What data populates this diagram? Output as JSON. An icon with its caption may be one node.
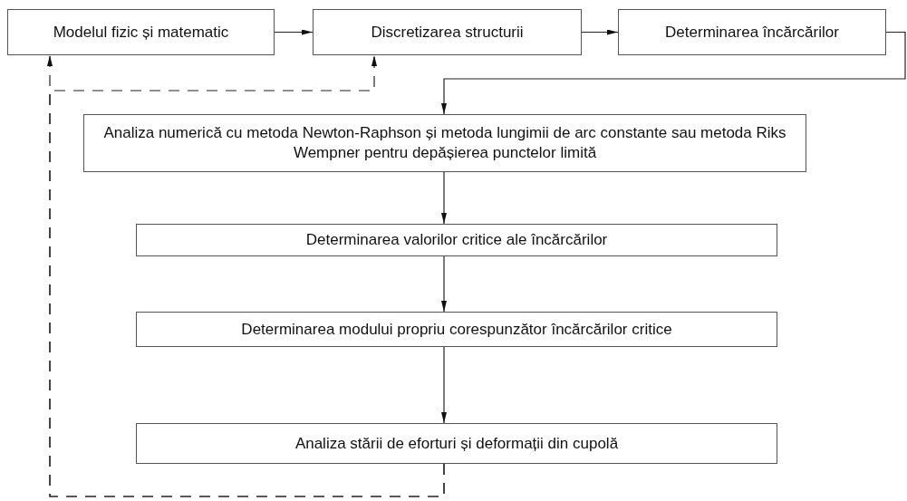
{
  "diagram": {
    "nodes": [
      {
        "text": [
          "Modelul fizic și matematic"
        ]
      },
      {
        "text": [
          "Discretizarea structurii"
        ]
      },
      {
        "text": [
          "Determinarea încărcărilor"
        ]
      },
      {
        "text": [
          "Analiza numerică cu metoda Newton-Raphson și metoda lungimii de arc constante sau metoda Riks Wempner pentru depășierea punctelor limită"
        ]
      },
      {
        "text": [
          "Determinarea valorilor critice ale încărcărilor"
        ]
      },
      {
        "text": [
          "Determinarea modului propriu corespunzător încărcărilor critice"
        ]
      },
      {
        "text": [
          "Analiza stării de eforturi și deformații din cupolă"
        ]
      }
    ],
    "edges": [
      {
        "from": 0,
        "to": 1,
        "arrow": "to"
      },
      {
        "from": 1,
        "to": 2,
        "arrow": "to"
      },
      {
        "from": 2,
        "to": 3,
        "arrow": "to"
      },
      {
        "from": 3,
        "to": 4,
        "arrow": "to"
      },
      {
        "from": 4,
        "to": 5,
        "arrow": "to"
      },
      {
        "from": 5,
        "to": 6,
        "arrow": "to"
      },
      {
        "from": 6,
        "to": 0,
        "arrow": "to",
        "style": "dashed"
      },
      {
        "from": 6,
        "to": 1,
        "arrow": "to",
        "style": "dashed"
      }
    ]
  }
}
